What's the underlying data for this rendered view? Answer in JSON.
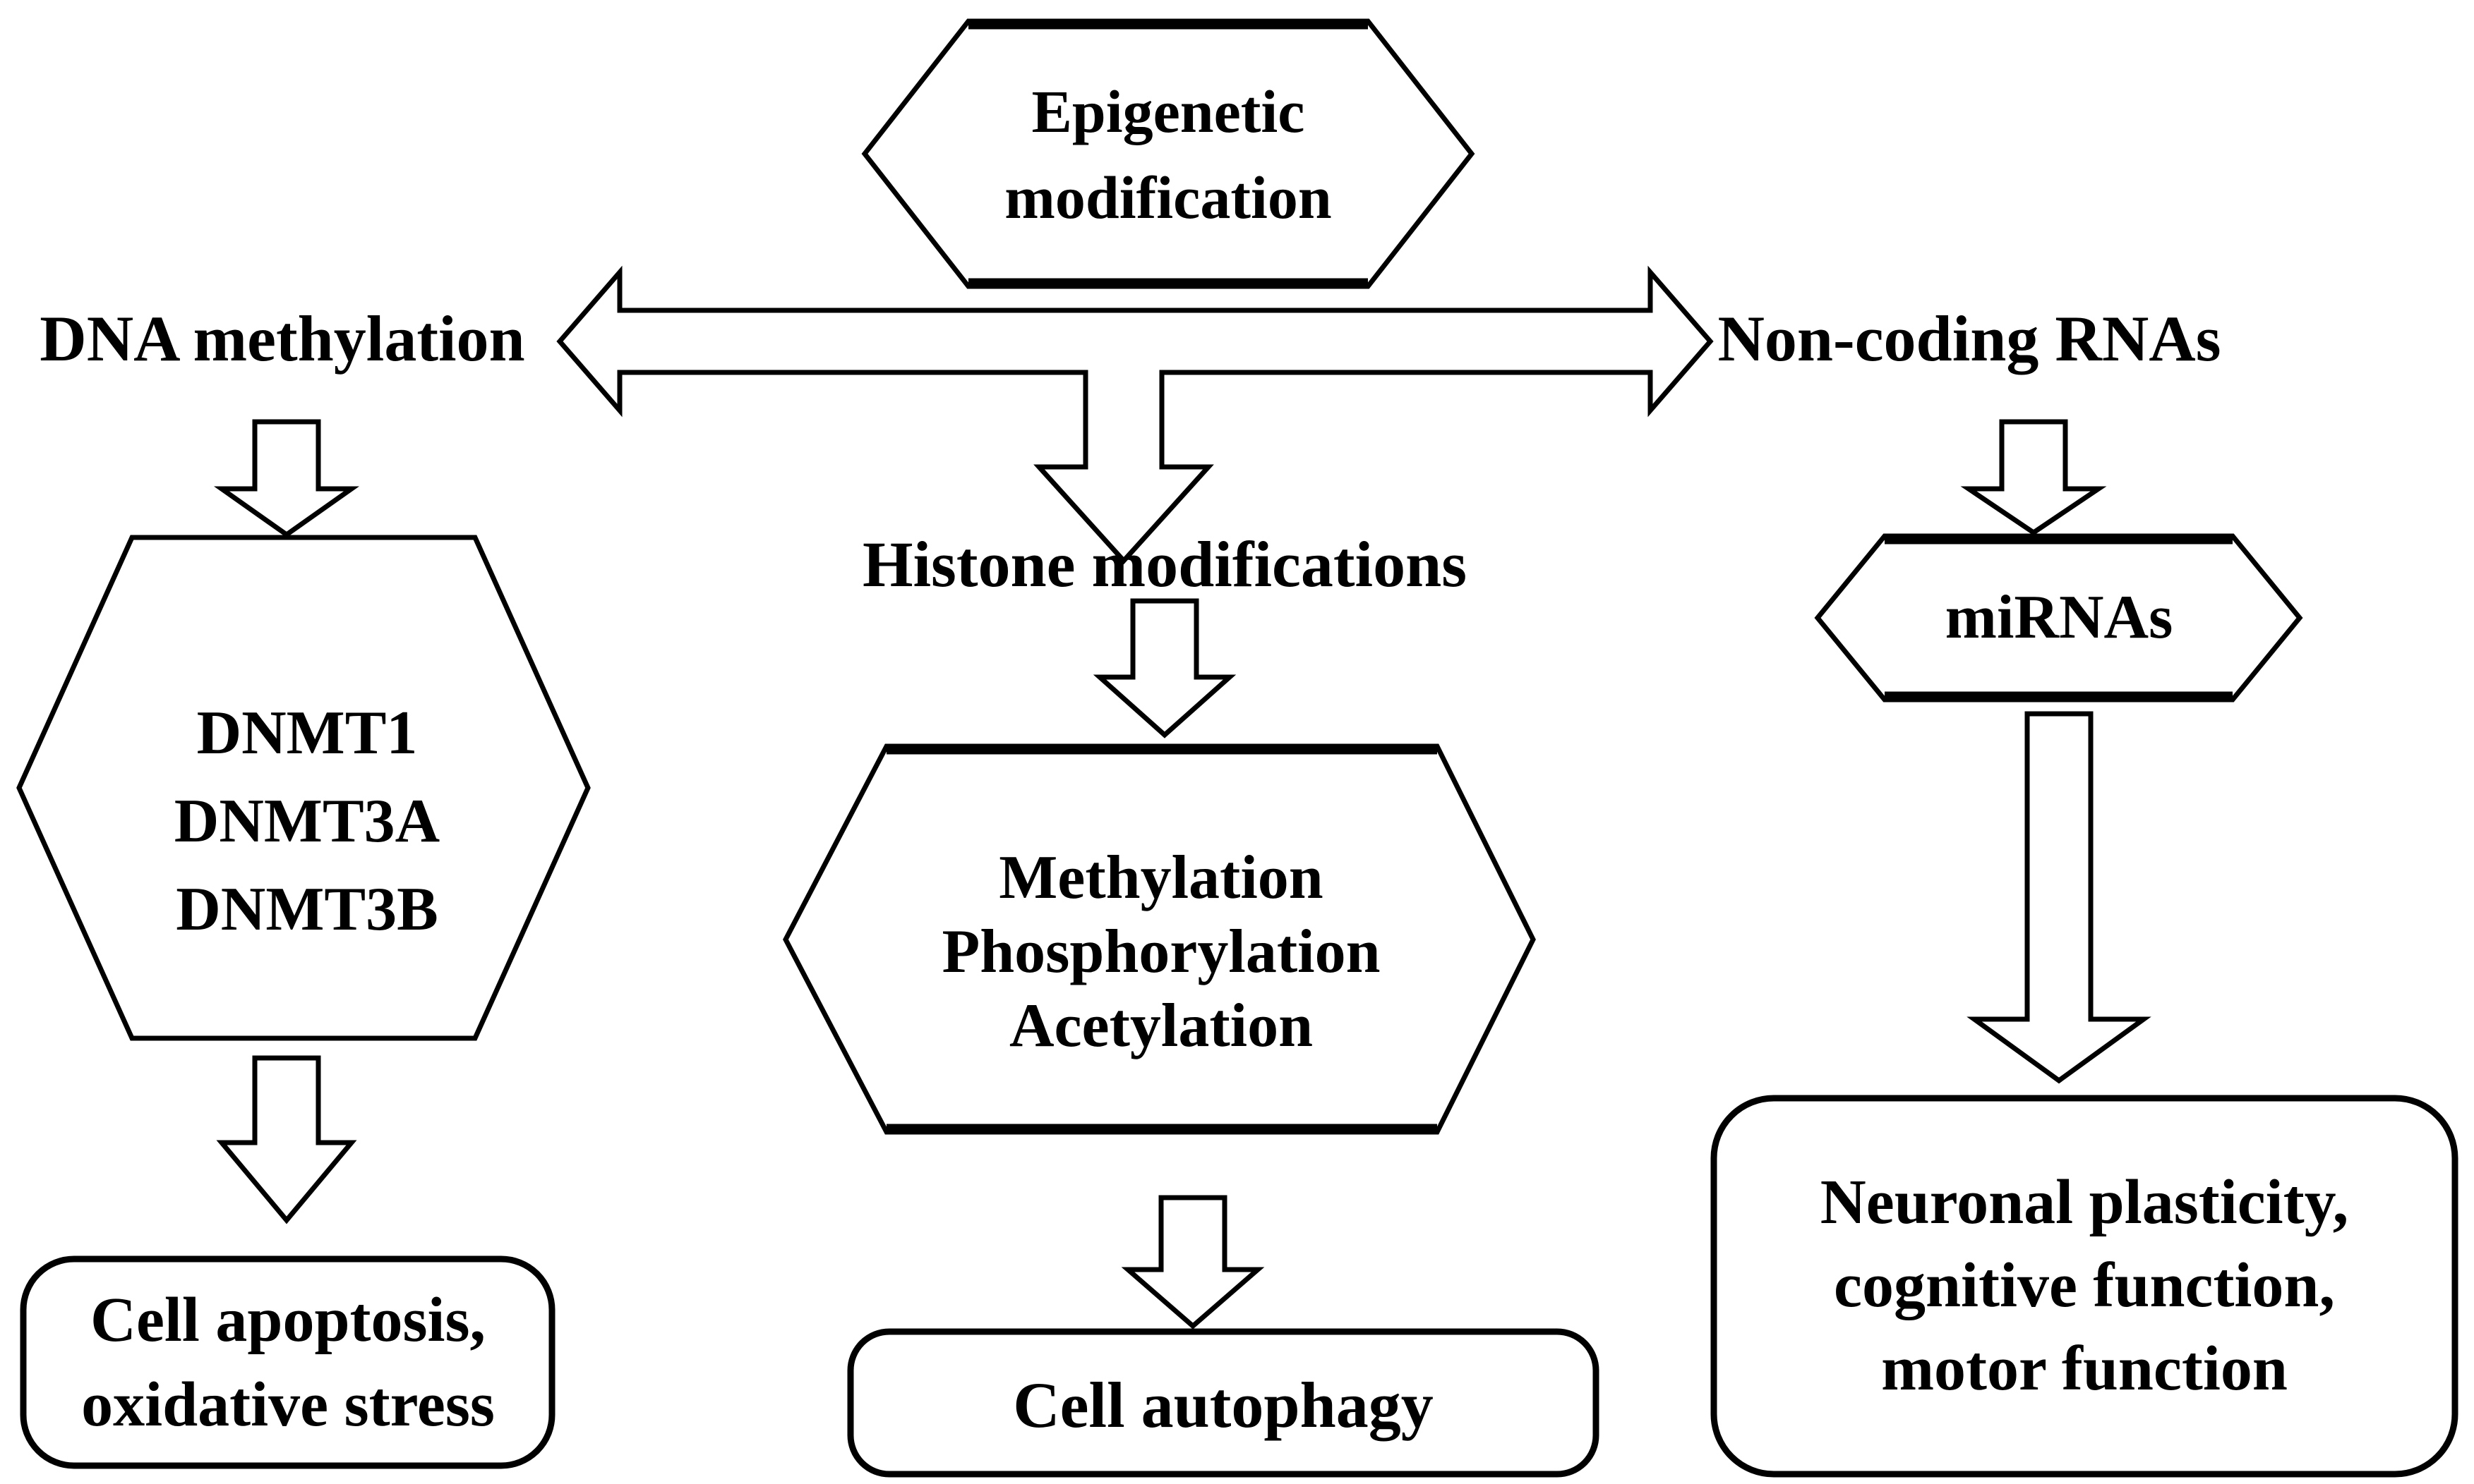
{
  "figure": {
    "background_color": "#ffffff",
    "line_color": "#000000",
    "text_color": "#000000",
    "nodes": {
      "epigenetic": {
        "lines": [
          "Epigenetic",
          "modification"
        ]
      },
      "dna_methylation": {
        "label": "DNA methylation"
      },
      "non_coding_rnas": {
        "label": "Non-coding RNAs"
      },
      "histone_modifications": {
        "label": "Histone modifications"
      },
      "dnmt": {
        "lines": [
          "DNMT1",
          "DNMT3A",
          "DNMT3B"
        ]
      },
      "histone_marks": {
        "lines": [
          "Methylation",
          "Phosphorylation",
          "Acetylation"
        ]
      },
      "mirnas": {
        "label": "miRNAs"
      },
      "cell_apoptosis": {
        "lines": [
          "Cell apoptosis,",
          "oxidative stress"
        ]
      },
      "cell_autophagy": {
        "label": "Cell autophagy"
      },
      "neuronal_outcomes": {
        "lines": [
          "Neuronal plasticity,",
          "cognitive function,",
          "motor function"
        ]
      }
    }
  }
}
